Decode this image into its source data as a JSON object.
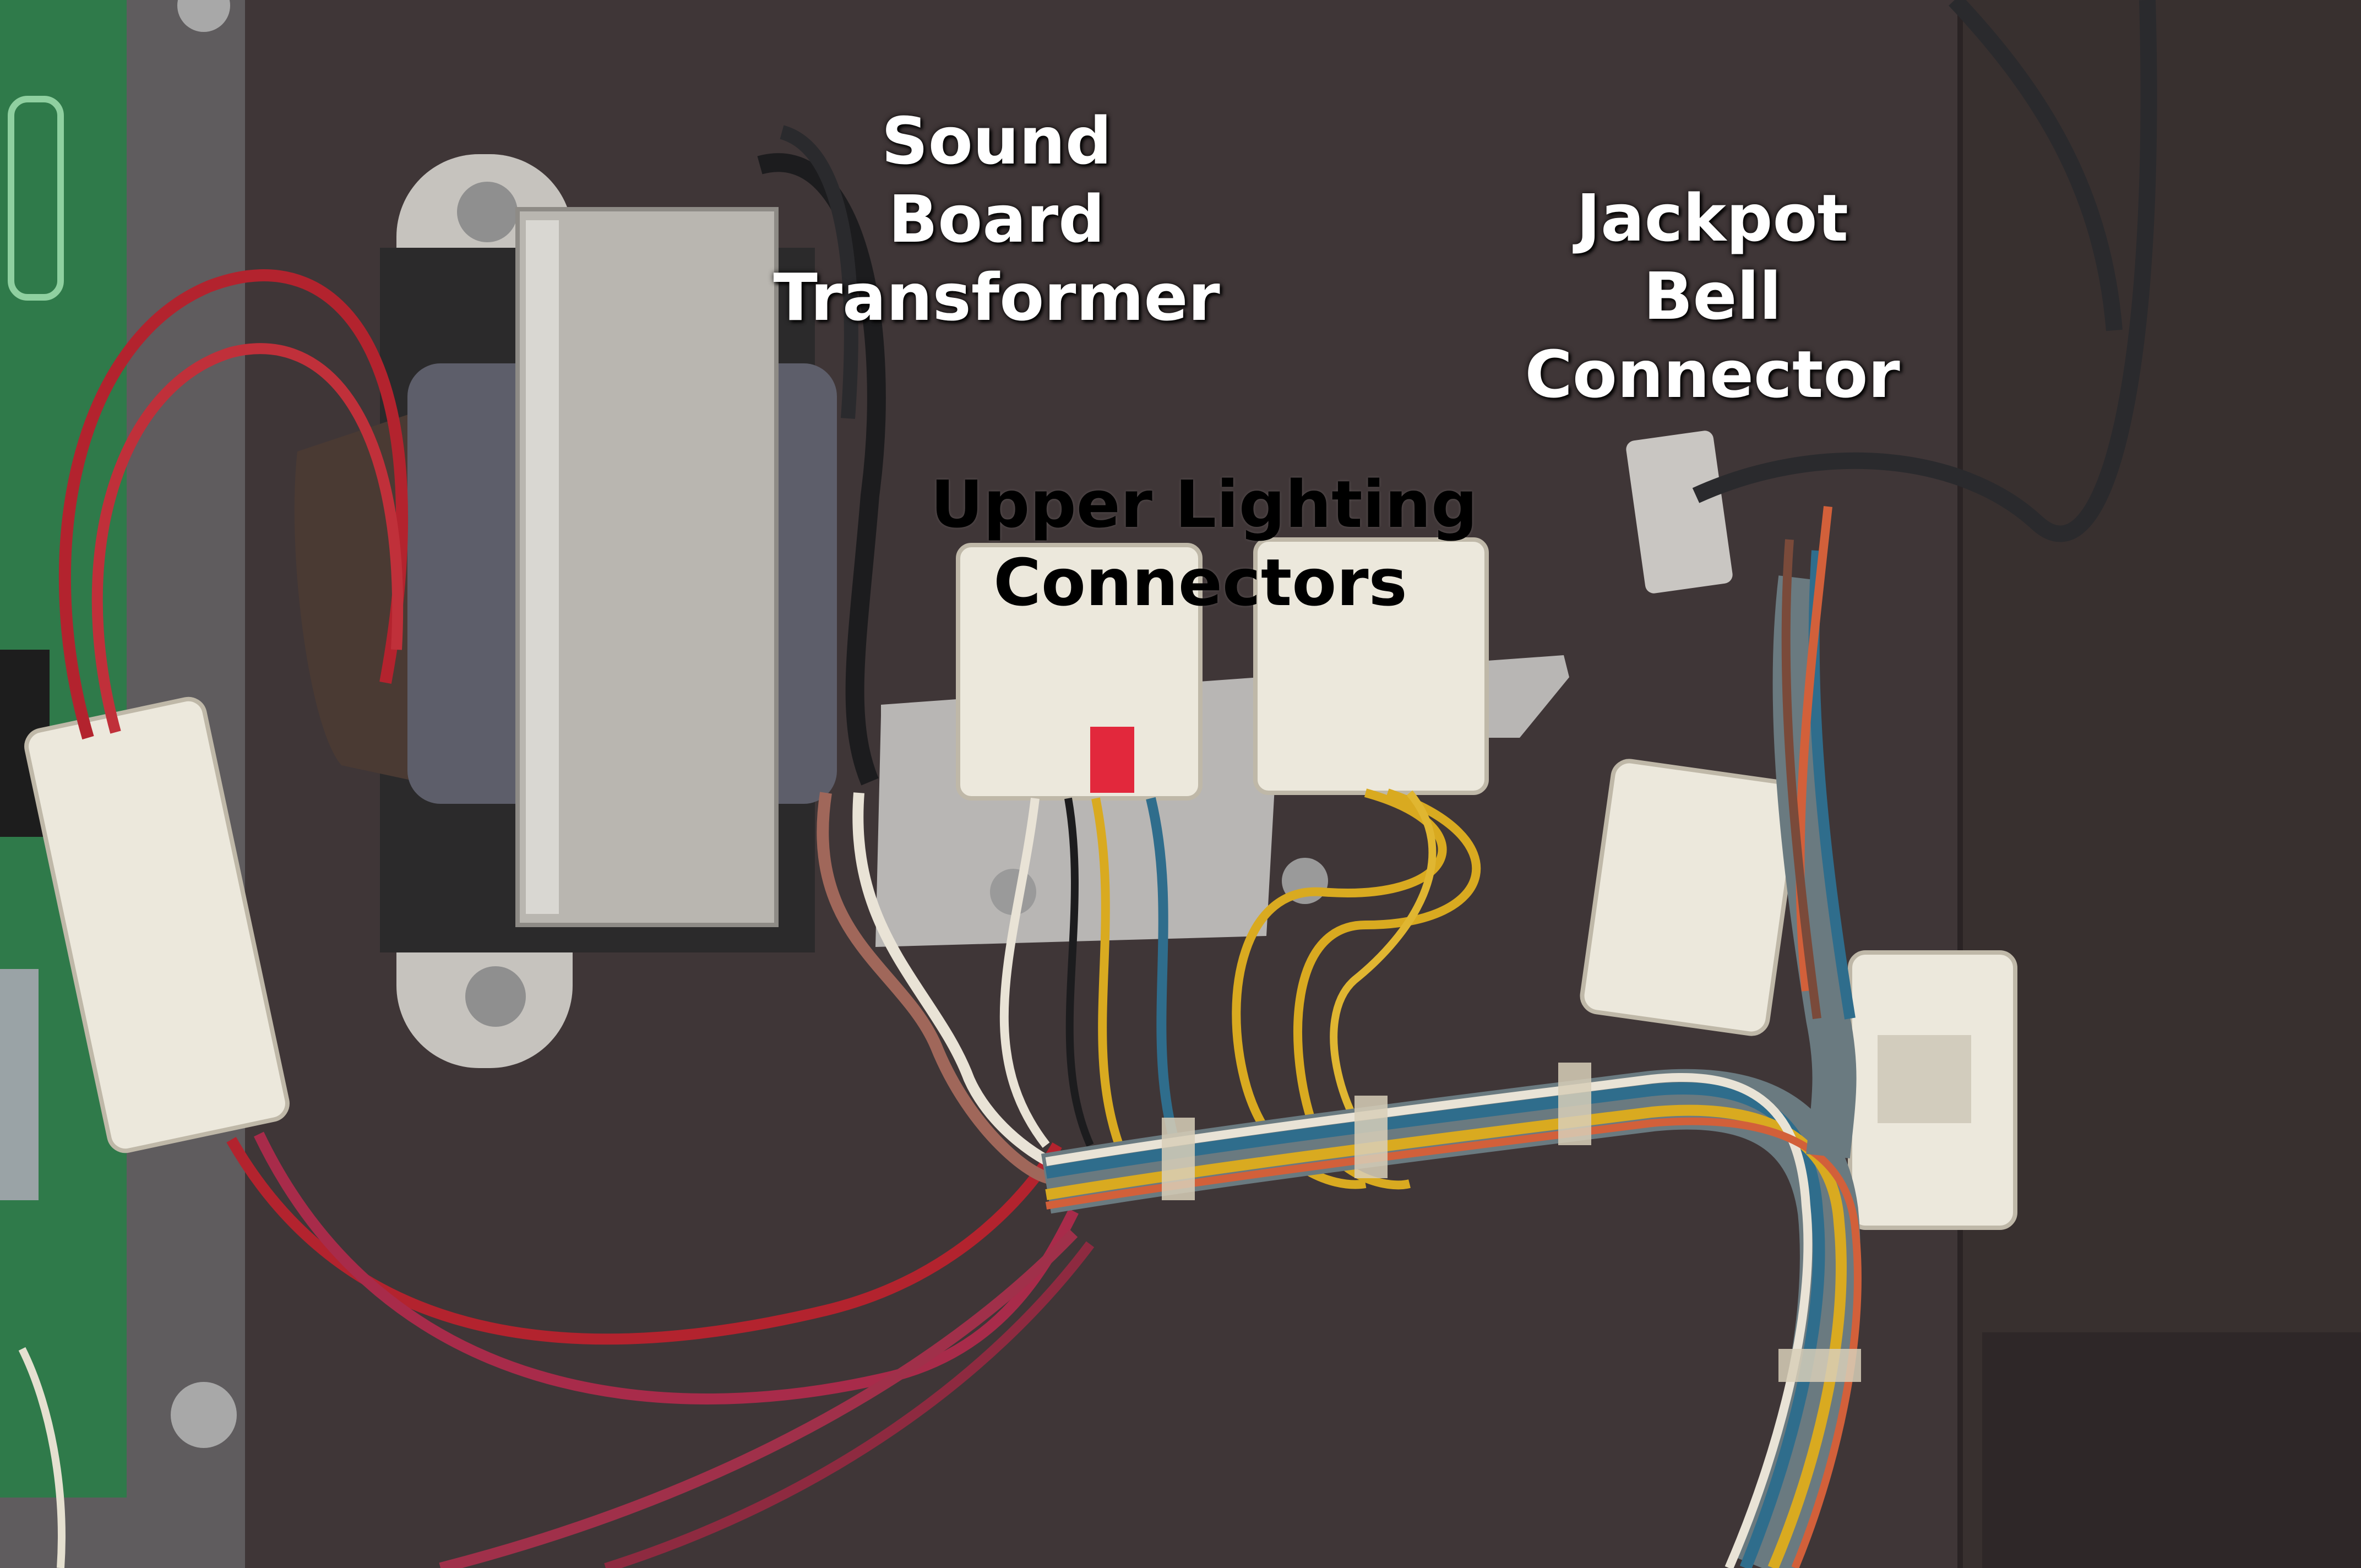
{
  "labels": {
    "sound_board_transformer": [
      "Sound",
      "Board",
      "Transformer"
    ],
    "upper_lighting_connectors": [
      "Upper Lighting",
      "Connectors"
    ],
    "jackpot_bell_connector": [
      "Jackpot",
      "Bell",
      "Connector"
    ]
  },
  "colors": {
    "board_panel": "#3f3637",
    "pcb_green": "#2f7a4a",
    "transformer_steel": "#b9b6b0",
    "connector_nylon": "#ece8dc",
    "wire_red": "#b3232e",
    "wire_yellow": "#d9aa20",
    "wire_blue": "#2f6d8c",
    "wire_brown": "#a0675a",
    "label_white": "#ffffff",
    "label_black": "#000000"
  }
}
